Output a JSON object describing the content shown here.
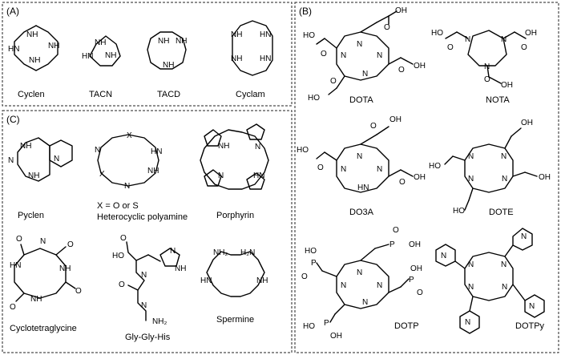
{
  "panels": {
    "A": {
      "label": "(A)",
      "molecules": [
        {
          "name": "Cyclen"
        },
        {
          "name": "TACN"
        },
        {
          "name": "TACD"
        },
        {
          "name": "Cyclam"
        }
      ]
    },
    "B": {
      "label": "(B)",
      "molecules": [
        {
          "name": "DOTA"
        },
        {
          "name": "NOTA"
        },
        {
          "name": "DO3A"
        },
        {
          "name": "DOTE"
        },
        {
          "name": "DOTP"
        },
        {
          "name": "DOTPy"
        }
      ]
    },
    "C": {
      "label": "(C)",
      "molecules": [
        {
          "name": "Pyclen"
        },
        {
          "name": "Heterocyclic polyamine",
          "note": "X = O or S"
        },
        {
          "name": "Porphyrin"
        },
        {
          "name": "Cyclotetraglycine"
        },
        {
          "name": "Gly-Gly-His"
        },
        {
          "name": "Spermine"
        }
      ]
    }
  },
  "atoms": {
    "nh": "NH",
    "hn": "HN",
    "n": "N",
    "ho": "HO",
    "oh": "OH",
    "o": "O",
    "x": "X",
    "p": "P",
    "nh2": "NH₂",
    "h2n": "H₂N",
    "nh2b": "NH₂"
  }
}
